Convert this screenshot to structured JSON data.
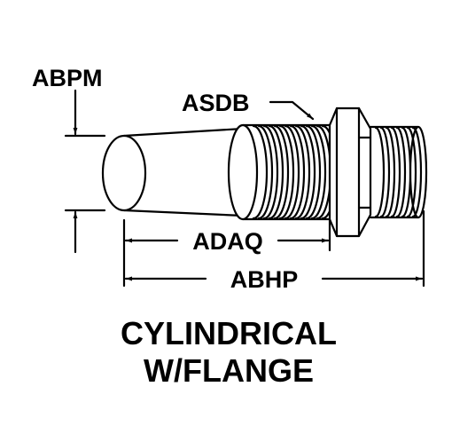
{
  "labels": {
    "diameter": "ABPM",
    "thread": "ASDB",
    "threaded_length": "ADAQ",
    "overall_length": "ABHP"
  },
  "title": {
    "line1": "CYLINDRICAL",
    "line2": "W/FLANGE"
  },
  "colors": {
    "ink": "#000000",
    "paper": "#ffffff"
  }
}
